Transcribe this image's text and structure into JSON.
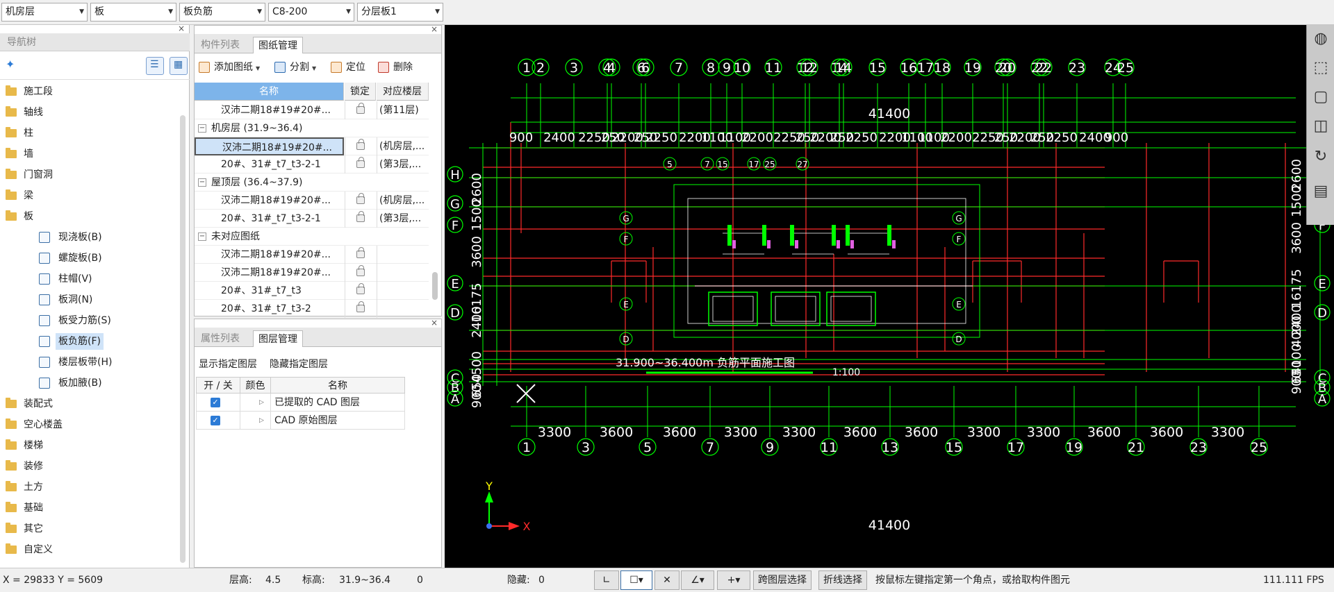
{
  "topbar": {
    "floor": "机房层",
    "category": "板",
    "component_type": "板负筋",
    "component": "C8-200",
    "layer": "分层板1"
  },
  "nav": {
    "title": "导航树",
    "items": [
      "施工段",
      "轴线",
      "柱",
      "墙",
      "门窗洞",
      "梁",
      "板"
    ],
    "sub_items": [
      "现浇板(B)",
      "螺旋板(B)",
      "柱帽(V)",
      "板洞(N)",
      "板受力筋(S)",
      "板负筋(F)",
      "楼层板带(H)",
      "板加腋(B)"
    ],
    "items_after": [
      "装配式",
      "空心楼盖",
      "楼梯",
      "装修",
      "土方",
      "基础",
      "其它",
      "自定义"
    ]
  },
  "drawings": {
    "tabs": [
      "构件列表",
      "图纸管理"
    ],
    "toolbar": [
      "添加图纸",
      "分割",
      "定位",
      "删除"
    ],
    "columns": [
      "名称",
      "锁定",
      "对应楼层"
    ],
    "rows": [
      {
        "name": "汉沛二期18#19#20#...",
        "floor": "(第11层)"
      },
      {
        "group": "机房层 (31.9~36.4)"
      },
      {
        "name": "汉沛二期18#19#20#...",
        "floor": "(机房层,..."
      },
      {
        "name": "20#、31#_t7_t3-2-1",
        "floor": "(第3层,..."
      },
      {
        "group": "屋顶层 (36.4~37.9)"
      },
      {
        "name": "汉沛二期18#19#20#...",
        "floor": "(机房层,..."
      },
      {
        "name": "20#、31#_t7_t3-2-1",
        "floor": "(第3层,..."
      },
      {
        "group": "未对应图纸"
      },
      {
        "name": "汉沛二期18#19#20#...",
        "floor": ""
      },
      {
        "name": "汉沛二期18#19#20#...",
        "floor": ""
      },
      {
        "name": "20#、31#_t7_t3",
        "floor": ""
      },
      {
        "name": "20#、31#_t7_t3-2",
        "floor": ""
      }
    ]
  },
  "layers": {
    "tabs": [
      "属性列表",
      "图层管理"
    ],
    "show_btn": "显示指定图层",
    "hide_btn": "隐藏指定图层",
    "columns": [
      "开 / 关",
      "颜色",
      "名称"
    ],
    "rows": [
      "已提取的 CAD 图层",
      "CAD 原始图层"
    ]
  },
  "cad": {
    "top_axes": [
      "1",
      "2",
      "3",
      "4",
      "4",
      "6",
      "6",
      "7",
      "8",
      "9",
      "10",
      "11",
      "12",
      "12",
      "14",
      "14",
      "15",
      "16",
      "17",
      "18",
      "19",
      "20",
      "20",
      "22",
      "22",
      "23",
      "24",
      "25"
    ],
    "total_dim": "41400",
    "top_dims": [
      "900",
      "2400",
      "2250",
      "250",
      "2200",
      "250",
      "2250",
      "2200",
      "1100",
      "1100",
      "2200",
      "2250",
      "250",
      "2200",
      "250",
      "2250",
      "2200",
      "1100",
      "1100",
      "2200",
      "2250",
      "250",
      "2200",
      "250",
      "2250",
      "2400",
      "900"
    ],
    "left_axes": [
      "H",
      "G",
      "F",
      "E",
      "D",
      "C",
      "B",
      "A"
    ],
    "left_dims": [
      "2600",
      "1500",
      "3600",
      "16175",
      "2400",
      "4500",
      "650",
      "900"
    ],
    "right_dims": [
      "2600",
      "1500",
      "3600",
      "16175",
      "2400",
      "4000",
      "4100",
      "650",
      "900"
    ],
    "bottom_dims": [
      "3300",
      "3600",
      "3600",
      "3300",
      "3300",
      "3600",
      "3600",
      "3300",
      "3300",
      "3600",
      "3600",
      "3300"
    ],
    "bottom_axes": [
      "1",
      "3",
      "5",
      "7",
      "9",
      "11",
      "13",
      "15",
      "17",
      "19",
      "21",
      "23",
      "25"
    ],
    "caption": "31.900~36.400m 负筋平面施工图",
    "scale": "1:100",
    "inner_top_axes": [
      "5",
      "7",
      "15",
      "17",
      "25",
      "27"
    ],
    "inner_side_axes_left": [
      "G",
      "F",
      "E",
      "D"
    ],
    "inner_side_axes_right": [
      "G",
      "F",
      "E",
      "D"
    ],
    "ucs_y": "Y",
    "ucs_x": "X"
  },
  "status": {
    "coords": "X = 29833 Y = 5609",
    "floor_height_label": "层高:",
    "floor_height": "4.5",
    "elev_label": "标高:",
    "elev": "31.9~36.4",
    "count": "0",
    "hidden_label": "隐藏:",
    "hidden": "0",
    "cross_layer": "跨图层选择",
    "polyline": "折线选择",
    "hint": "按鼠标左键指定第一个角点，或拾取构件图元",
    "fps": "111.111 FPS"
  }
}
